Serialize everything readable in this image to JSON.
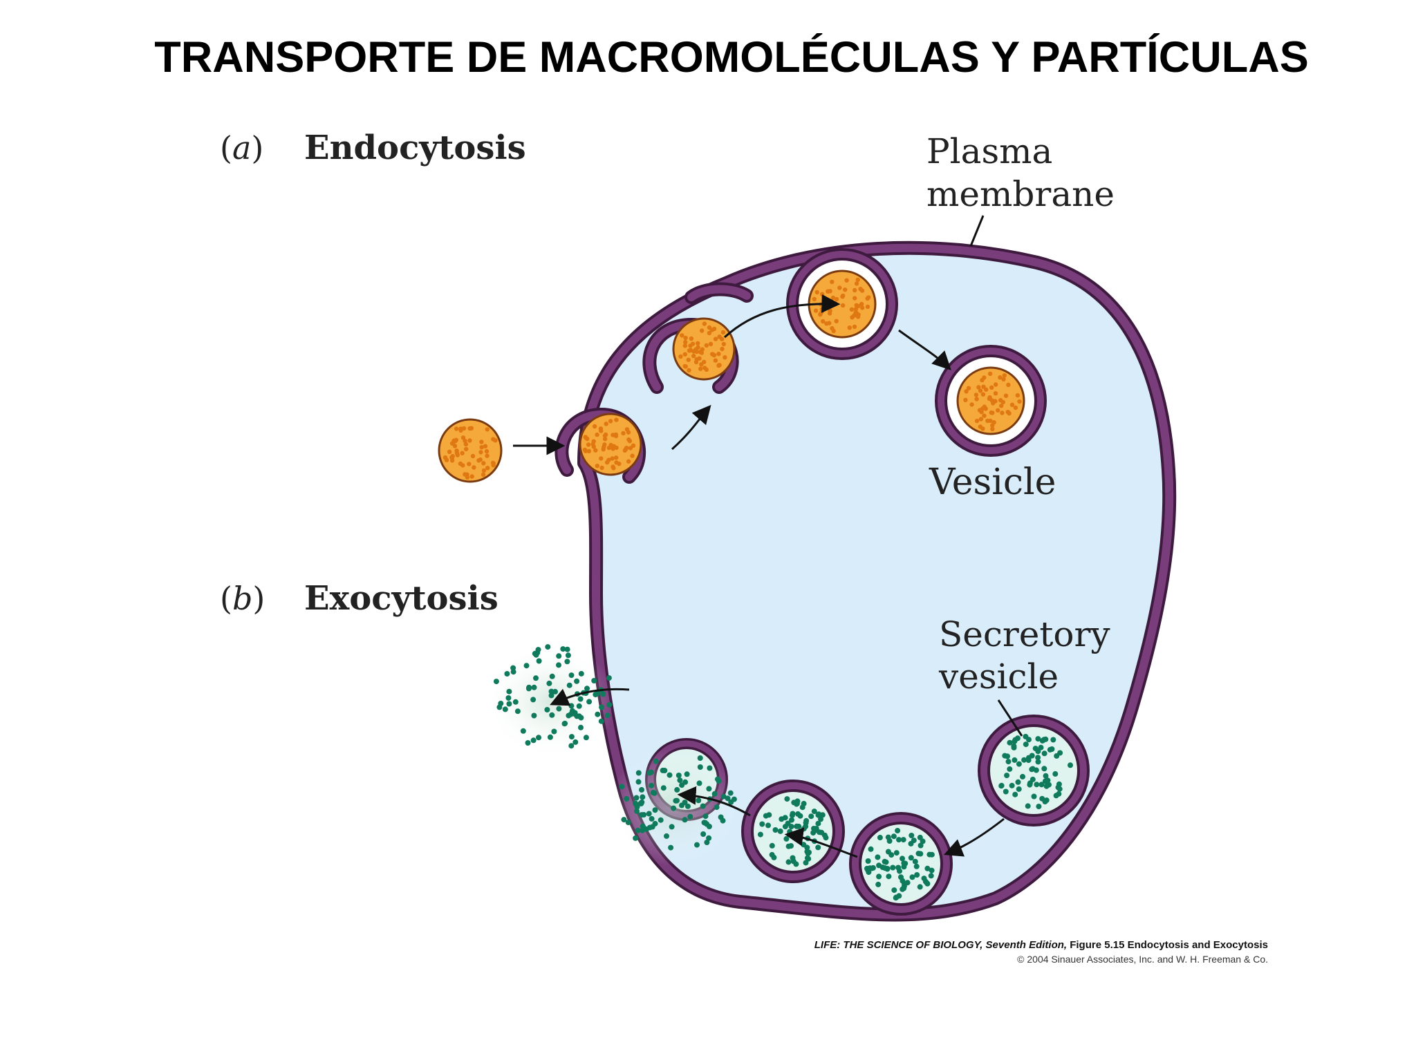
{
  "title": "TRANSPORTE DE MACROMOLÉCULAS Y PARTÍCULAS",
  "panel_a": {
    "letter": "a",
    "label": "Endocytosis"
  },
  "panel_b": {
    "letter": "b",
    "label": "Exocytosis"
  },
  "labels": {
    "plasma_membrane_line1": "Plasma",
    "plasma_membrane_line2": "membrane",
    "vesicle": "Vesicle",
    "secretory_line1": "Secretory",
    "secretory_line2": "vesicle"
  },
  "credit": {
    "line1_italic": "LIFE: THE SCIENCE OF BIOLOGY, Seventh Edition,",
    "line1_rest": " Figure 5.15 Endocytosis and Exocytosis",
    "line2": "© 2004 Sinauer Associates, Inc. and W. H. Freeman & Co."
  },
  "colors": {
    "membrane": "#7a3d7c",
    "membrane_dark": "#3e1a3f",
    "cytoplasm": "#d8ecfa",
    "particle_fill": "#f5a93a",
    "particle_dot": "#e07812",
    "secretory_fill": "#dff3ef",
    "secretory_dot": "#0f7a5c",
    "arrow": "#111111"
  }
}
